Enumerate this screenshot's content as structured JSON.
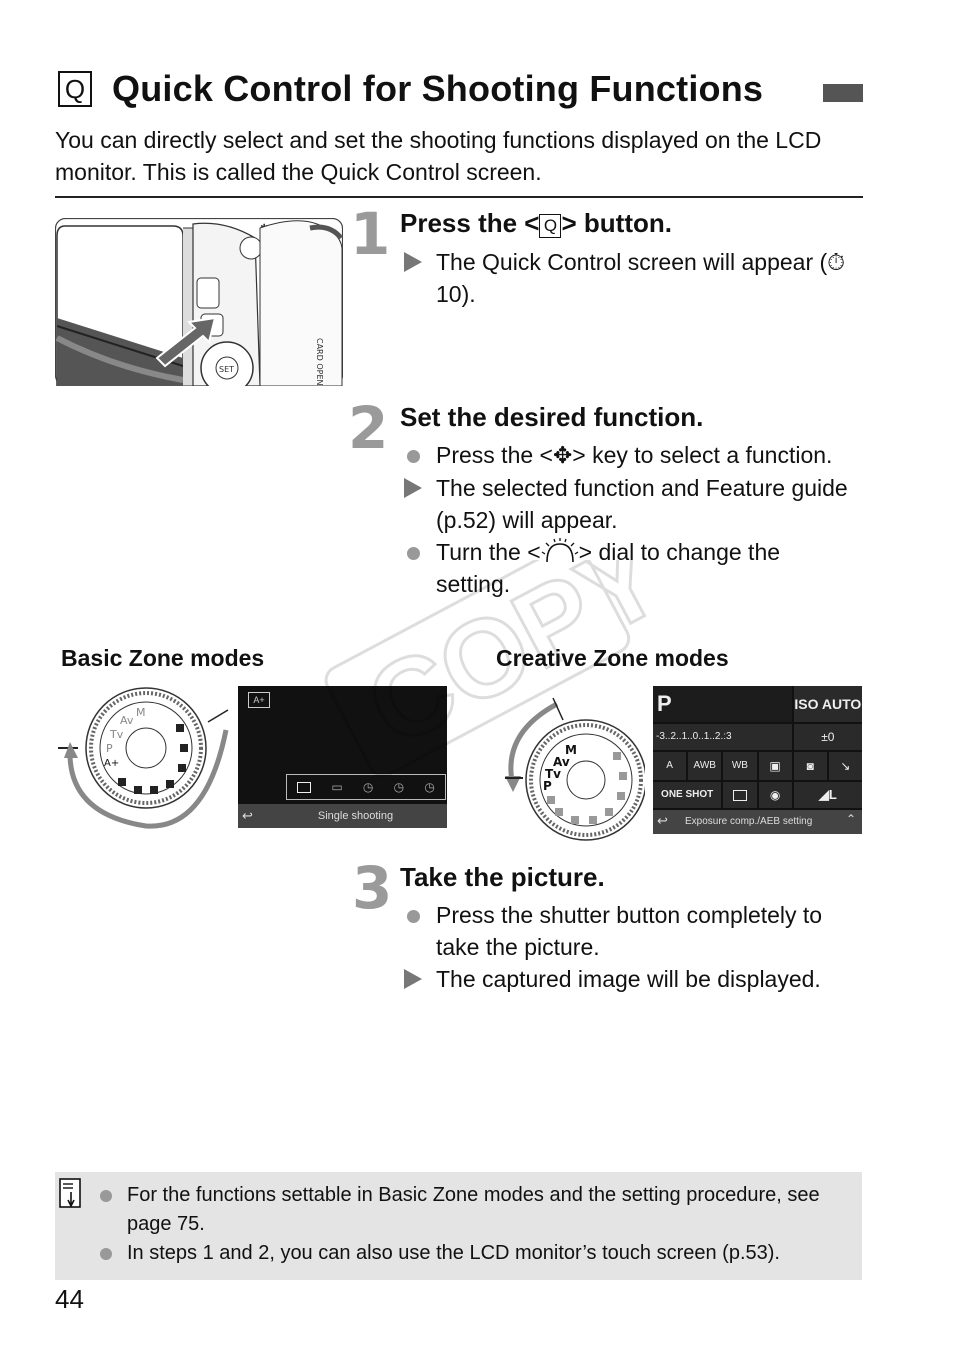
{
  "page": {
    "title": "Quick Control for Shooting Functions",
    "title_icon": "Q",
    "intro": "You can directly select and set the shooting functions displayed on the LCD monitor. This is called the Quick Control screen.",
    "page_number": "44"
  },
  "steps": [
    {
      "number": "1",
      "title_before": "Press the <",
      "title_icon": "Q",
      "title_after": "> button.",
      "items": [
        {
          "marker": "result",
          "text_before": "The Quick Control screen will appear (",
          "ref_icon": "⏱",
          "ref": "10",
          "text_after": ")."
        }
      ]
    },
    {
      "number": "2",
      "title": "Set the desired function.",
      "items": [
        {
          "marker": "bullet",
          "text_before": "Press the <",
          "icon": "✥",
          "text_after": "> key to select a function."
        },
        {
          "marker": "result",
          "text": "The selected function and Feature guide (p.52) will appear."
        },
        {
          "marker": "bullet",
          "text_before": "Turn the <",
          "icon": "dial",
          "text_after": "> dial to change the setting."
        }
      ]
    },
    {
      "number": "3",
      "title": "Take the picture.",
      "items": [
        {
          "marker": "bullet",
          "text": "Press the shutter button completely to take the picture."
        },
        {
          "marker": "result",
          "text": "The captured image will be displayed."
        }
      ]
    }
  ],
  "zones": {
    "basic_label": "Basic Zone modes",
    "creative_label": "Creative Zone modes",
    "basic_screen": {
      "mode_icon": "A+",
      "status": "Single shooting"
    },
    "creative_screen": {
      "mode": "P",
      "iso": "AUTO",
      "scale": "-3..2..1..0..1..2.:3",
      "flash_comp": "±0",
      "row2": [
        "A",
        "AWB",
        "WB",
        "",
        "",
        ""
      ],
      "af": "ONE SHOT",
      "quality": "L",
      "status": "Exposure comp./AEB setting"
    }
  },
  "note": {
    "items": [
      "For the functions settable in Basic Zone modes and the setting procedure, see page 75.",
      "In steps 1 and 2, you can also use the LCD monitor’s touch screen (p.53)."
    ]
  },
  "watermark": "COPY",
  "colors": {
    "step_number": "#9a9a9a",
    "note_bg": "#e4e4e4",
    "lcd_bg": "#111111"
  }
}
